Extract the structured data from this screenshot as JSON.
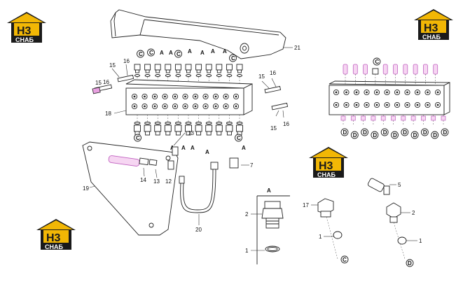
{
  "logo": {
    "letters": "H3",
    "word": "СНАБ",
    "colors": {
      "roof": "#f2b705",
      "dark": "#1a1a1a",
      "text": "#ffffff"
    }
  },
  "callouts": {
    "n1": "1",
    "n2": "2",
    "n5": "5",
    "n7": "7",
    "n12": "12",
    "n13": "13",
    "n14": "14",
    "n15": "15",
    "n16": "16",
    "n17": "17",
    "n18": "18",
    "n19": "19",
    "n20": "20",
    "n21": "21"
  },
  "letters": {
    "A": "A",
    "C": "C",
    "D": "D"
  },
  "detail_title": "A",
  "colors": {
    "line": "#222222",
    "hose_pink": "#e080d8"
  }
}
